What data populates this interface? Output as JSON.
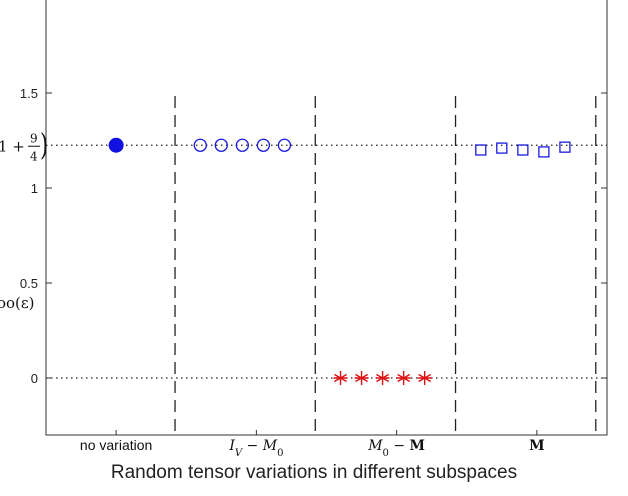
{
  "chart_data": {
    "type": "scatter",
    "xlabel": "Random tensor variations in different subspaces",
    "ylabel": "",
    "ylim": [
      -0.3,
      2.0
    ],
    "yticks": [
      {
        "value": 1.5,
        "label": "1.5"
      },
      {
        "value": 1,
        "label": "1"
      },
      {
        "value": 0.5,
        "label": "0.5"
      },
      {
        "value": 0,
        "label": "0"
      }
    ],
    "y_annotations": [
      {
        "value": 1.225,
        "label": "1 + 9/4)",
        "num": "9",
        "den": "4"
      },
      {
        "value": 0.4,
        "label": "oo(ε)"
      }
    ],
    "grid": false,
    "categories": [
      "no variation",
      "I_V − M_0",
      "M_0 − M",
      "M"
    ],
    "category_labels": [
      {
        "text": "no variation",
        "style": "plain"
      },
      {
        "text": "I",
        "sub": "V",
        "rest": " − M",
        "sub2": "0",
        "style": "math"
      },
      {
        "text": "M",
        "sub": "0",
        "rest": " − M",
        "style": "math"
      },
      {
        "text": "M",
        "style": "mathbold"
      }
    ],
    "reference_lines": [
      {
        "y": 1.225,
        "style": "dotted"
      },
      {
        "y": 0,
        "style": "dotted"
      }
    ],
    "series": [
      {
        "category": 0,
        "marker": "filled-circle",
        "color": "#1010e0",
        "x": [
          0.5
        ],
        "y": [
          1.225
        ]
      },
      {
        "category": 1,
        "marker": "open-circle",
        "color": "#1a1ae0",
        "x": [
          1.1,
          1.25,
          1.4,
          1.55,
          1.7
        ],
        "y": [
          1.225,
          1.225,
          1.225,
          1.225,
          1.225
        ]
      },
      {
        "category": 2,
        "marker": "asterisk",
        "color": "#e01010",
        "x": [
          2.1,
          2.25,
          2.4,
          2.55,
          2.7
        ],
        "y": [
          0,
          0,
          0,
          0,
          0
        ]
      },
      {
        "category": 3,
        "marker": "open-square",
        "color": "#1a1ae0",
        "x": [
          3.1,
          3.25,
          3.4,
          3.55,
          3.7
        ],
        "y": [
          1.2,
          1.21,
          1.2,
          1.19,
          1.215
        ]
      }
    ],
    "separators": [
      0.92,
      1.92,
      2.92,
      3.92
    ]
  }
}
